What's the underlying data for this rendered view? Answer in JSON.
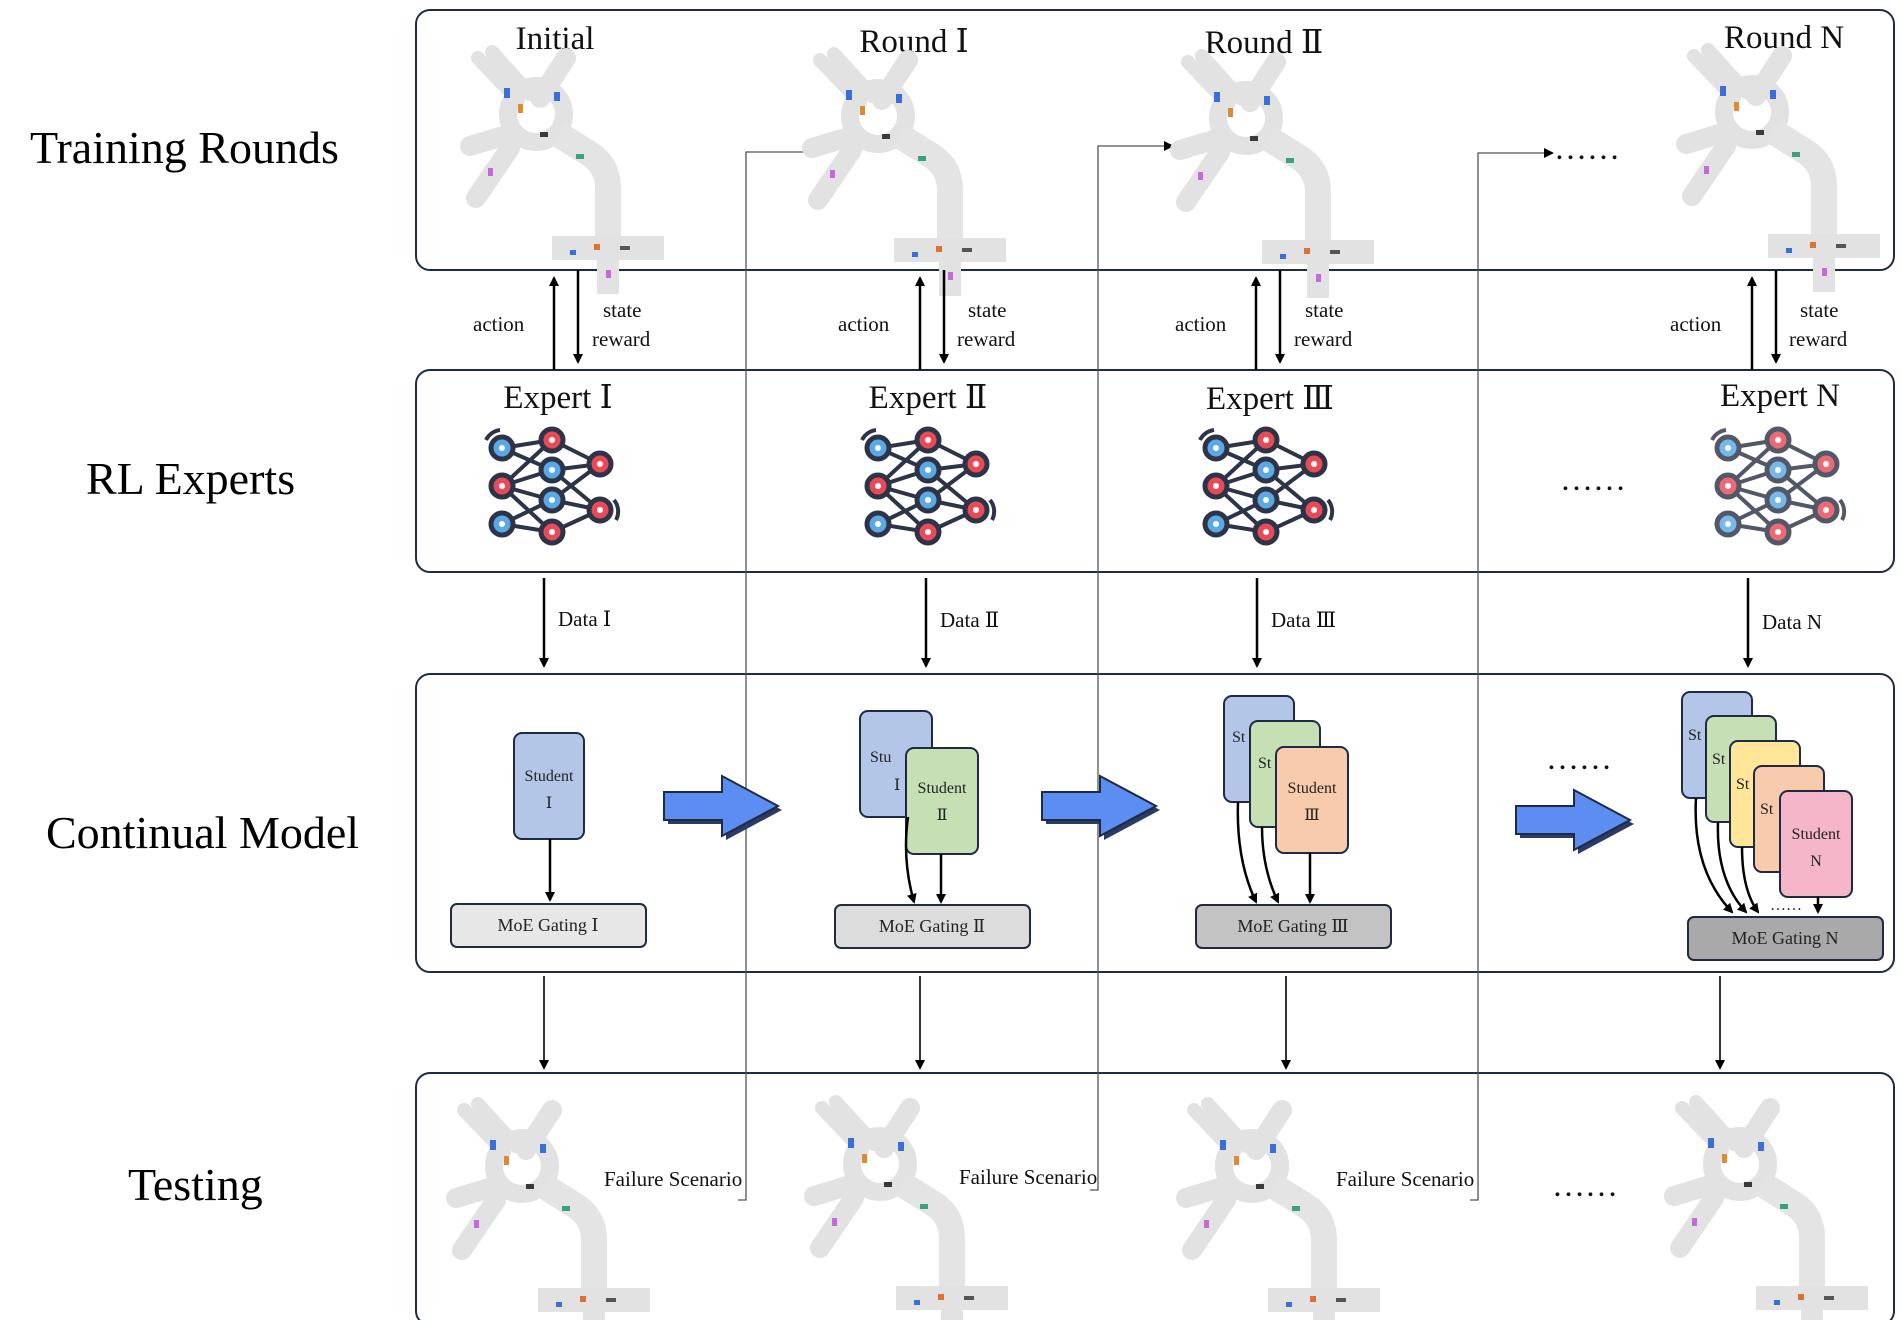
{
  "rows": {
    "training": "Training Rounds",
    "experts": "RL Experts",
    "continual": "Continual Model",
    "testing": "Testing"
  },
  "rounds": [
    "Initial",
    "Round Ⅰ",
    "Round Ⅱ",
    "Round N"
  ],
  "experts": [
    "Expert Ⅰ",
    "Expert Ⅱ",
    "Expert Ⅲ",
    "Expert N"
  ],
  "interaction": {
    "action": "action",
    "state": "state",
    "reward": "reward"
  },
  "data_labels": [
    "Data Ⅰ",
    "Data Ⅱ",
    "Data Ⅲ",
    "Data N"
  ],
  "students": {
    "s1_line1": "Student",
    "s1_line2": "Ⅰ",
    "s2_line1": "Student",
    "s2_line2": "Ⅱ",
    "s3_line1": "Student",
    "s3_line2": "Ⅲ",
    "sn_line1": "Student",
    "sn_line2": "N",
    "partial_stu": "Stu",
    "partial_st": "St",
    "partial_i": "Ⅰ"
  },
  "gates": [
    "MoE Gating Ⅰ",
    "MoE Gating Ⅱ",
    "MoE Gating Ⅲ",
    "MoE Gating N"
  ],
  "failure": "Failure Scenario",
  "ellipsis": "……",
  "small_ellipsis": "……",
  "colors": {
    "panel_border": "#1f2a44",
    "student_blue": "#b3c6e7",
    "student_green": "#c6e0b4",
    "student_yellow": "#ffe699",
    "student_orange": "#f8cbad",
    "student_pink": "#f4b6c8",
    "gate_1": "#e7e7e7",
    "gate_2": "#dcdcdc",
    "gate_3": "#c3c3c3",
    "gate_n": "#a9a9a9",
    "big_arrow": "#5b8ef0",
    "node_red": "#e94a57",
    "node_blue": "#5aa9e6",
    "net_edge": "#2d3447"
  }
}
